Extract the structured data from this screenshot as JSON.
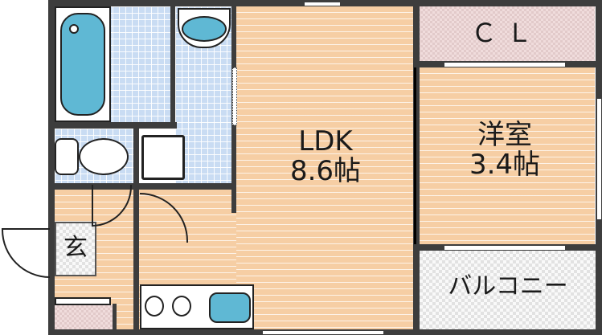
{
  "floor_plan": {
    "rooms": [
      {
        "id": "ldk",
        "name": "LDK",
        "size": "8.6帖"
      },
      {
        "id": "western",
        "name": "洋室",
        "size": "3.4帖"
      },
      {
        "id": "closet",
        "name": "ＣＬ"
      },
      {
        "id": "balcony",
        "name": "バルコニー"
      },
      {
        "id": "entrance",
        "name": "玄"
      }
    ],
    "fixtures": [
      "bathtub",
      "washbasin",
      "toilet",
      "washing-machine-pan",
      "kitchen-stove",
      "kitchen-sink",
      "shoe-box"
    ],
    "colors": {
      "wall": "#3d3d3d",
      "wood_floor": "#f6cea4",
      "tile_floor": "#c9dcf3",
      "fixture_blue": "#5fb8d4",
      "closet_floor": "#f0dcdc",
      "balcony_floor": "#e2e2e2"
    }
  }
}
